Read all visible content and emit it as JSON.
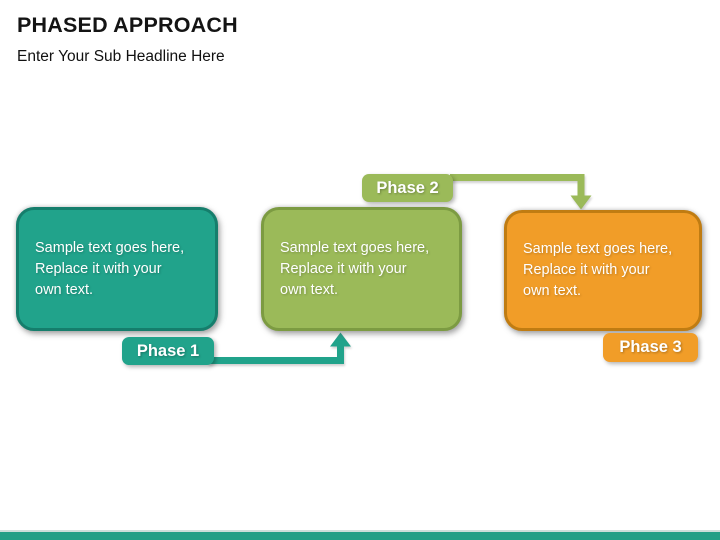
{
  "slide": {
    "title": "PHASED APPROACH",
    "subtitle": "Enter Your Sub Headline Here"
  },
  "phases": [
    {
      "label": "Phase 1",
      "body": "Sample text goes here, Replace it with your own text.",
      "body_lines": [
        "Sample text goes here,",
        "Replace it with your",
        "own text."
      ],
      "fill": "#21A38B",
      "border": "#157E6C"
    },
    {
      "label": "Phase 2",
      "body": "Sample text goes here, Replace it with your own text.",
      "body_lines": [
        "Sample text goes here,",
        "Replace it with your",
        "own text."
      ],
      "fill": "#9BBA59",
      "border": "#7C9B42"
    },
    {
      "label": "Phase 3",
      "body": "Sample text goes here, Replace it with your own text.",
      "body_lines": [
        "Sample text goes here,",
        "Replace it with your",
        "own text."
      ],
      "fill": "#F19D28",
      "border": "#C07C12"
    }
  ],
  "footer": {
    "bar_color": "#259F86"
  }
}
